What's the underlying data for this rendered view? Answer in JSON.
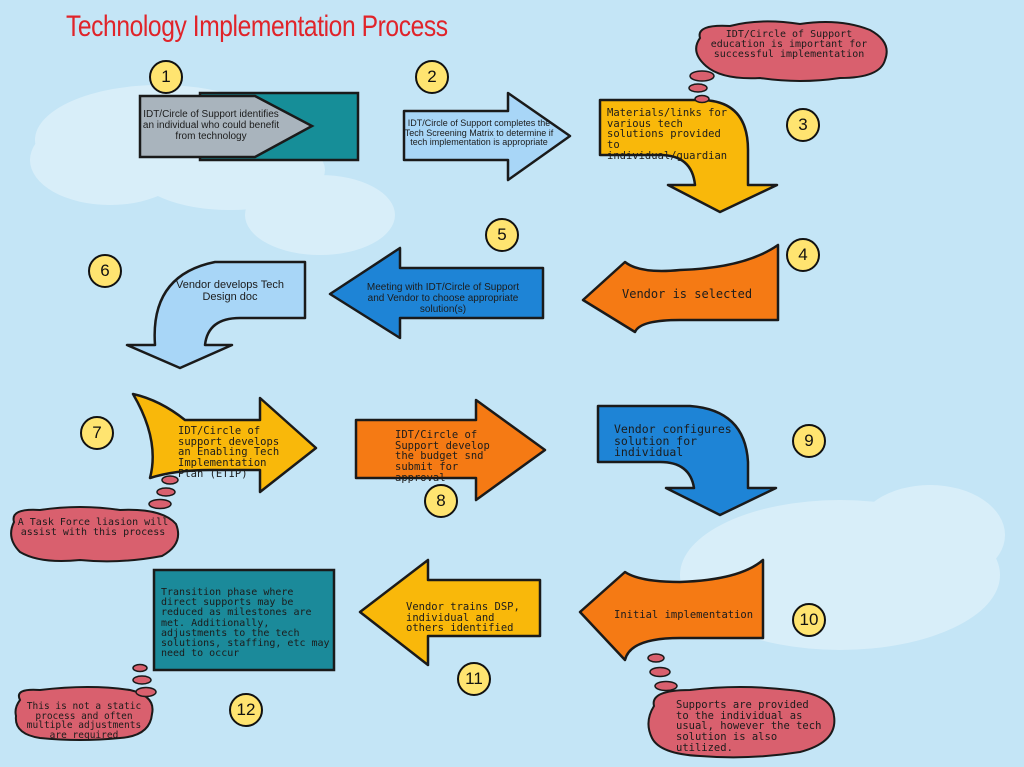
{
  "title": "Technology Implementation Process",
  "steps": [
    {
      "number": "1",
      "text": "IDT/Circle of Support identifies an individual who could benefit from technology",
      "color": "#a9b4bd"
    },
    {
      "number": "2",
      "text": "IDT/Circle of Support completes the Tech Screening Matrix to determine if tech implementation is appropriate",
      "color": "#a8d6f7"
    },
    {
      "number": "3",
      "text": "Materials/links for various tech solutions provided to individual/guardian",
      "color": "#f9b80a"
    },
    {
      "number": "4",
      "text": "Vendor is selected",
      "color": "#f57a14"
    },
    {
      "number": "5",
      "text": "Meeting with IDT/Circle of Support and Vendor to choose appropriate solution(s)",
      "color": "#1e84d6"
    },
    {
      "number": "6",
      "text": "Vendor develops Tech Design doc",
      "color": "#a8d6f7"
    },
    {
      "number": "7",
      "text": "IDT/Circle of support develops an Enabling Tech Implementation Plan (ETIP)",
      "color": "#f9b80a"
    },
    {
      "number": "8",
      "text": "IDT/Circle of Support develop the budget snd submit for approval",
      "color": "#f57a14"
    },
    {
      "number": "9",
      "text": "Vendor configures solution for individual",
      "color": "#1e84d6"
    },
    {
      "number": "10",
      "text": "Initial implementation",
      "color": "#f57a14"
    },
    {
      "number": "11",
      "text": "Vendor trains DSP, individual and others identified",
      "color": "#f9b80a"
    },
    {
      "number": "12",
      "text": "Transition phase where direct supports may be reduced as milestones are met. Additionally, adjustments to the tech solutions, staffing, etc may need to occur",
      "color": "#1b8a9a"
    }
  ],
  "notes": [
    {
      "text": "IDT/Circle of Support education is important for successful implementation"
    },
    {
      "text": "A Task Force liasion will assist with this process"
    },
    {
      "text": "This is not a static process and often multiple adjustments are required"
    },
    {
      "text": "Supports are provided to the individual as usual, however the tech solution is also utilized."
    }
  ],
  "colors": {
    "background": "#c4e5f6",
    "title": "#e0242a",
    "note": "#d9606e",
    "badge": "#ffe470"
  }
}
